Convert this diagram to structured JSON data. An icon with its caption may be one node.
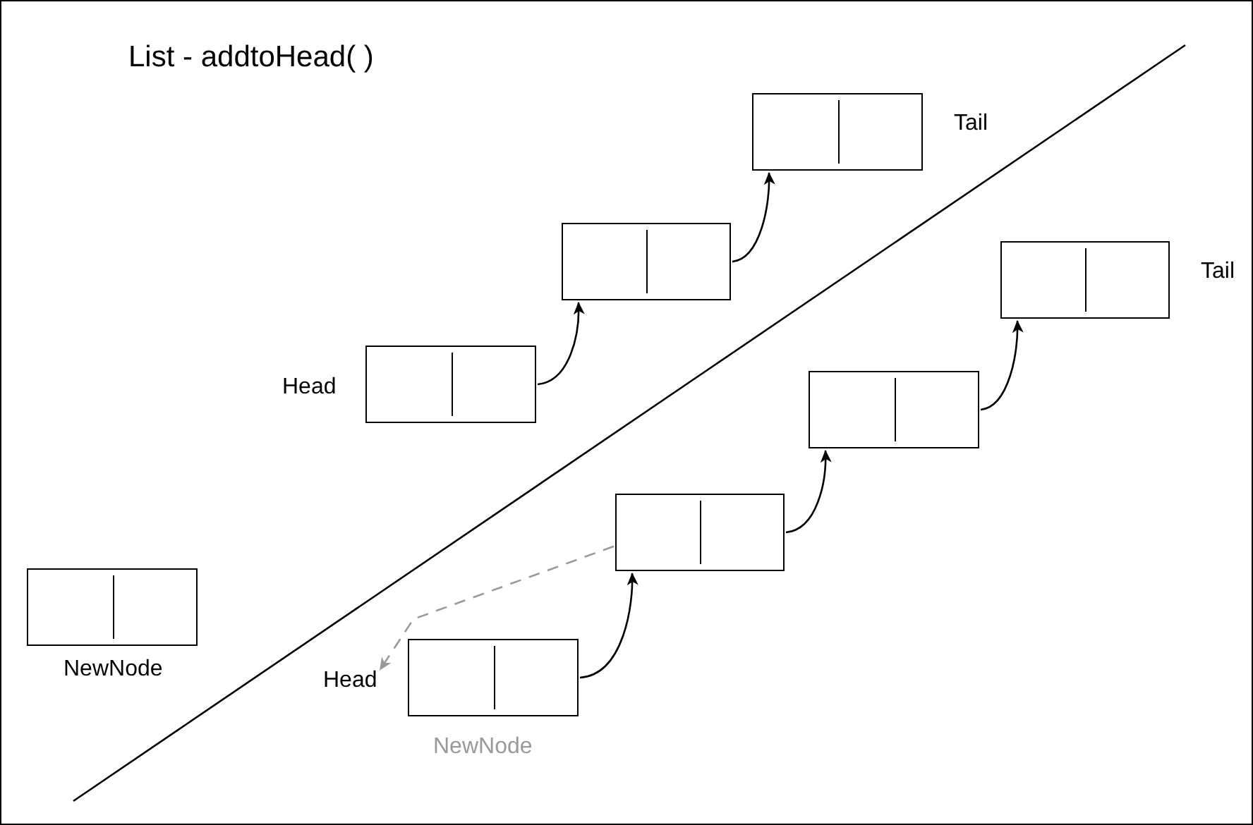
{
  "diagram": {
    "title": "List - addtoHead( )",
    "nodes": [
      {
        "text": [],
        "shape": "box",
        "beside": [
          "Head"
        ]
      },
      {
        "text": [],
        "shape": "box"
      },
      {
        "text": [],
        "shape": "box",
        "beside": [
          "Tail"
        ]
      },
      {
        "text": [],
        "shape": "box",
        "beside": [
          "NewNode"
        ]
      },
      {
        "text": [
          "Head"
        ]
      },
      {
        "text": [],
        "shape": "box",
        "beside": [
          "NewNode"
        ]
      },
      {
        "text": [],
        "shape": "box"
      },
      {
        "text": [],
        "shape": "box"
      },
      {
        "text": [],
        "shape": "box",
        "beside": [
          "Tail"
        ]
      }
    ],
    "edges": [
      {
        "from": 0,
        "to": 1,
        "arrow": "to"
      },
      {
        "from": 1,
        "to": 2,
        "arrow": "to"
      },
      {
        "from": 5,
        "to": 6,
        "arrow": "to"
      },
      {
        "from": 6,
        "to": 7,
        "arrow": "to"
      },
      {
        "from": 7,
        "to": 8,
        "arrow": "to"
      },
      {
        "from": 6,
        "to": 4,
        "arrow": "to",
        "style": "dashed",
        "color": "#999999"
      }
    ]
  }
}
